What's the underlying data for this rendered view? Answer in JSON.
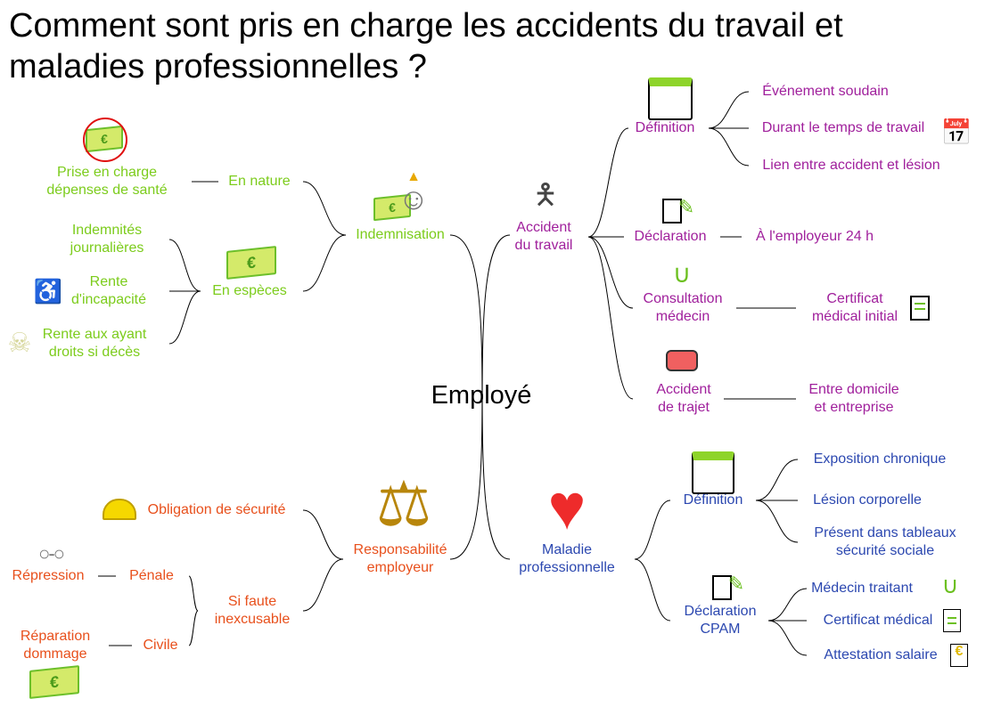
{
  "title": [
    "Comment sont pris en charge les accidents du travail et",
    "maladies professionnelles ?"
  ],
  "root": "Employé",
  "colors": {
    "indemnisation": "#7ccc1c",
    "accident": "#a0209c",
    "responsabilite": "#e8501c",
    "maladie": "#2c48b0"
  },
  "indemnisation": {
    "label": "Indemnisation",
    "en_nature": {
      "label": "En nature",
      "child": [
        "Prise en charge",
        "dépenses de santé"
      ]
    },
    "en_especes": {
      "label": "En espèces",
      "children": [
        [
          "Indemnités",
          "journalières"
        ],
        [
          "Rente",
          "d'incapacité"
        ],
        [
          "Rente aux ayant",
          "droits si décès"
        ]
      ]
    }
  },
  "accident_travail": {
    "label": [
      "Accident",
      "du travail"
    ],
    "definition": {
      "label": "Définition",
      "children": [
        "Événement soudain",
        "Durant le temps de travail",
        "Lien entre accident et lésion"
      ]
    },
    "declaration": {
      "label": "Déclaration",
      "child": "À l'employeur 24 h"
    },
    "consultation": {
      "label": [
        "Consultation",
        "médecin"
      ],
      "child": [
        "Certificat",
        "médical initial"
      ]
    },
    "trajet": {
      "label": [
        "Accident",
        "de trajet"
      ],
      "child": [
        "Entre domicile",
        "et entreprise"
      ]
    }
  },
  "responsabilite": {
    "label": [
      "Responsabilité",
      "employeur"
    ],
    "obligation": "Obligation de sécurité",
    "faute": {
      "label": [
        "Si faute",
        "inexcusable"
      ],
      "penale": "Pénale",
      "repression": "Répression",
      "civile": "Civile",
      "reparation": [
        "Réparation",
        "dommage"
      ]
    }
  },
  "maladie": {
    "label": [
      "Maladie",
      "professionnelle"
    ],
    "definition": {
      "label": "Définition",
      "children": [
        "Exposition chronique",
        "Lésion corporelle",
        [
          "Présent dans tableaux",
          "sécurité sociale"
        ]
      ]
    },
    "declaration": {
      "label": [
        "Déclaration",
        "CPAM"
      ],
      "children": [
        "Médecin traitant",
        "Certificat médical",
        "Attestation salaire"
      ]
    }
  }
}
